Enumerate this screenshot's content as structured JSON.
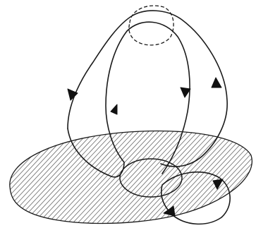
{
  "figure": {
    "type": "hand-drawn sketch",
    "elements": [
      {
        "name": "shaded-disk",
        "shading": "hatched"
      },
      {
        "name": "small-oval"
      },
      {
        "name": "outer-loop",
        "arrows": 2
      },
      {
        "name": "inner-loop",
        "arrows": 2
      },
      {
        "name": "dashed-top-circle",
        "style": "dashed"
      },
      {
        "name": "side-loop",
        "arrows": 2
      }
    ],
    "ink_color": "#1a1a1a",
    "background": "#ffffff"
  }
}
